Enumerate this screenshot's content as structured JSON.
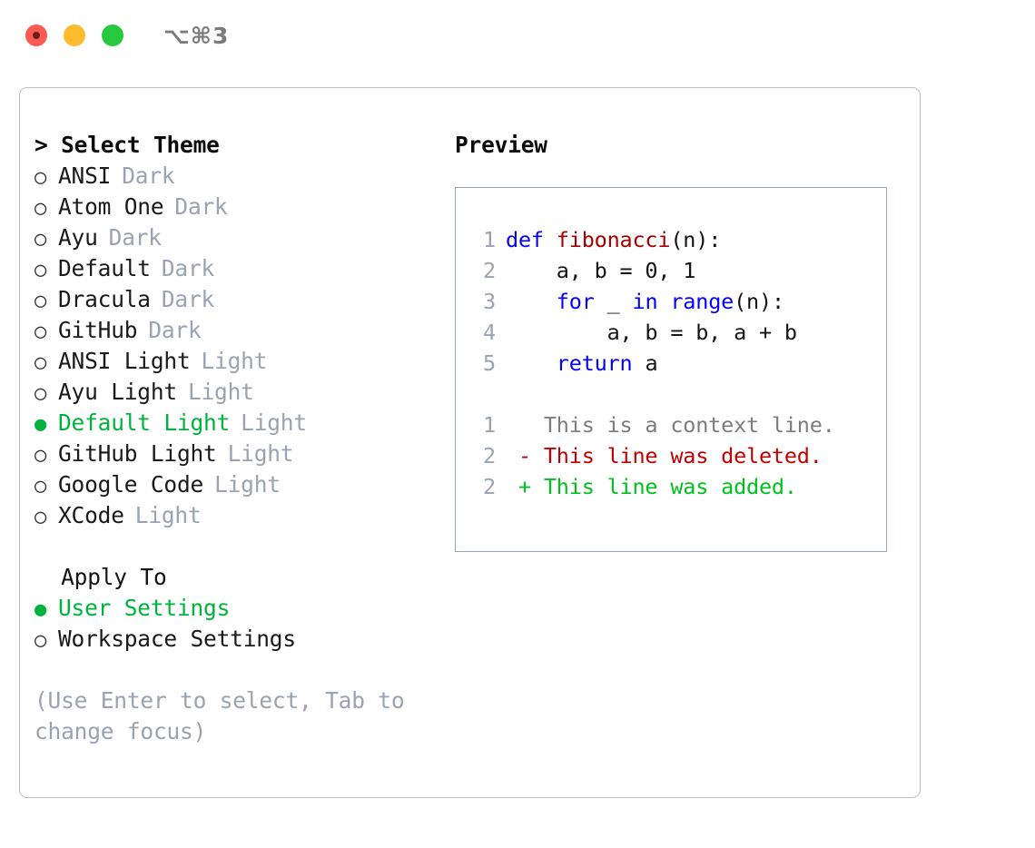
{
  "titlebar": {
    "shortcut": "⌥⌘3",
    "buttons": [
      {
        "name": "close",
        "color": "#fb5a52"
      },
      {
        "name": "minimize",
        "color": "#fdbc2d"
      },
      {
        "name": "zoom",
        "color": "#28c83f"
      }
    ]
  },
  "theme_picker": {
    "header": "> Select Theme",
    "bullet_selected": "●",
    "bullet_unselected": "○",
    "items": [
      {
        "label": "ANSI",
        "badge": "Dark",
        "selected": false
      },
      {
        "label": "Atom One",
        "badge": "Dark",
        "selected": false
      },
      {
        "label": "Ayu",
        "badge": "Dark",
        "selected": false
      },
      {
        "label": "Default",
        "badge": "Dark",
        "selected": false
      },
      {
        "label": "Dracula",
        "badge": "Dark",
        "selected": false
      },
      {
        "label": "GitHub",
        "badge": "Dark",
        "selected": false
      },
      {
        "label": "ANSI Light",
        "badge": "Light",
        "selected": false
      },
      {
        "label": "Ayu Light",
        "badge": "Light",
        "selected": false
      },
      {
        "label": "Default Light",
        "badge": "Light",
        "selected": true
      },
      {
        "label": "GitHub Light",
        "badge": "Light",
        "selected": false
      },
      {
        "label": "Google Code",
        "badge": "Light",
        "selected": false
      },
      {
        "label": "XCode",
        "badge": "Light",
        "selected": false
      }
    ]
  },
  "apply_to": {
    "header": "  Apply To",
    "items": [
      {
        "label": "User Settings",
        "selected": true
      },
      {
        "label": "Workspace Settings",
        "selected": false
      }
    ]
  },
  "hint": "(Use Enter to select, Tab to change focus)",
  "preview": {
    "title": "Preview",
    "code_lines": [
      {
        "lineno": "1",
        "tokens": [
          {
            "text": "def ",
            "kind": "kw"
          },
          {
            "text": "fibonacci",
            "kind": "fn"
          },
          {
            "text": "(n):",
            "kind": "txt"
          }
        ]
      },
      {
        "lineno": "2",
        "tokens": [
          {
            "text": "    a, b = 0, 1",
            "kind": "txt"
          }
        ]
      },
      {
        "lineno": "3",
        "tokens": [
          {
            "text": "    ",
            "kind": "txt"
          },
          {
            "text": "for",
            "kind": "kw"
          },
          {
            "text": " _ ",
            "kind": "txt"
          },
          {
            "text": "in range",
            "kind": "kw"
          },
          {
            "text": "(n):",
            "kind": "txt"
          }
        ]
      },
      {
        "lineno": "4",
        "tokens": [
          {
            "text": "        a, b = b, a + b",
            "kind": "txt"
          }
        ]
      },
      {
        "lineno": "5",
        "tokens": [
          {
            "text": "    ",
            "kind": "txt"
          },
          {
            "text": "return",
            "kind": "kw"
          },
          {
            "text": " a",
            "kind": "txt"
          }
        ]
      }
    ],
    "diff_lines": [
      {
        "lineno": "1",
        "tokens": [
          {
            "text": "   This is a context line.",
            "kind": "ctx"
          }
        ]
      },
      {
        "lineno": "2",
        "tokens": [
          {
            "text": " - This line was deleted.",
            "kind": "del"
          }
        ]
      },
      {
        "lineno": "2",
        "tokens": [
          {
            "text": " + This line was added.",
            "kind": "add"
          }
        ]
      }
    ]
  },
  "colors": {
    "accent_green": "#00b33c",
    "muted": "#99a3b4",
    "keyword": "#0000ff",
    "function": "#a80000",
    "diff_deleted": "#c20000",
    "diff_added": "#00c21f",
    "panel_border": "#b9bfcb",
    "preview_border": "#98a3b5"
  }
}
